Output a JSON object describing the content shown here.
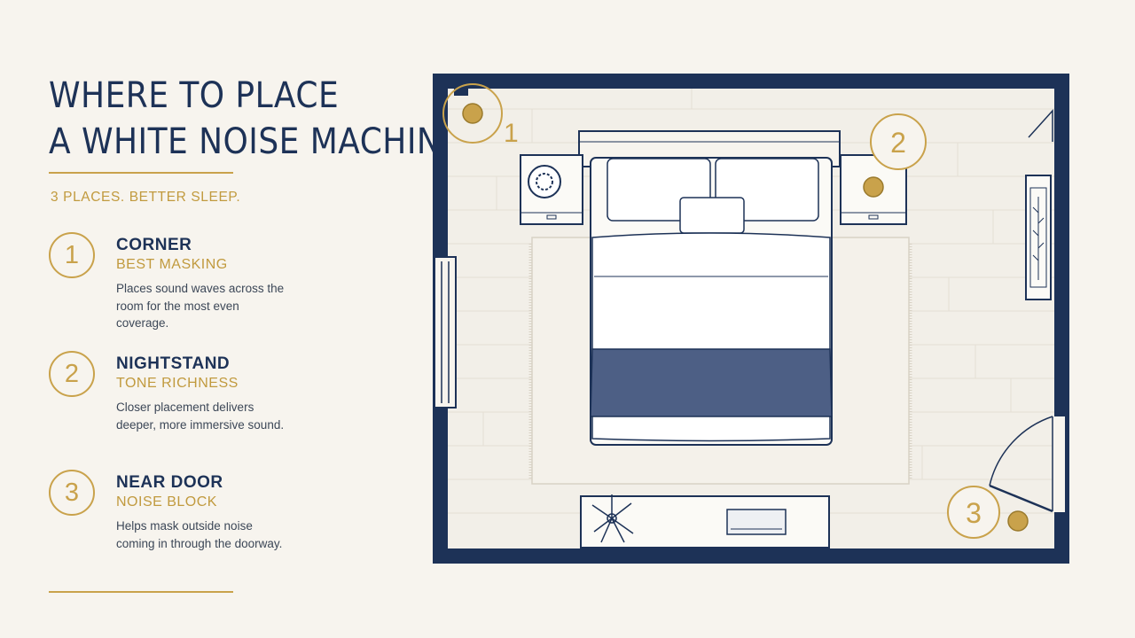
{
  "title_line1": "WHERE TO PLACE",
  "title_line2": "A WHITE NOISE MACHINE",
  "tagline": "3 PLACES. BETTER SLEEP.",
  "items": [
    {
      "number": "1",
      "name": "CORNER",
      "subtitle": "BEST MASKING",
      "description": "Places sound waves across the room for the most even coverage."
    },
    {
      "number": "2",
      "name": "NIGHTSTAND",
      "subtitle": "TONE RICHNESS",
      "description": "Closer placement delivers deeper, more immersive sound."
    },
    {
      "number": "3",
      "name": "NEAR DOOR",
      "subtitle": "NOISE BLOCK",
      "description": "Helps mask outside noise coming in through the doorway."
    }
  ],
  "floorplan": {
    "markers": [
      "1",
      "2",
      "3"
    ]
  },
  "colors": {
    "navy": "#1d3257",
    "gold": "#c9a24b",
    "background": "#f7f4ee",
    "blanket": "#4d5f85"
  }
}
